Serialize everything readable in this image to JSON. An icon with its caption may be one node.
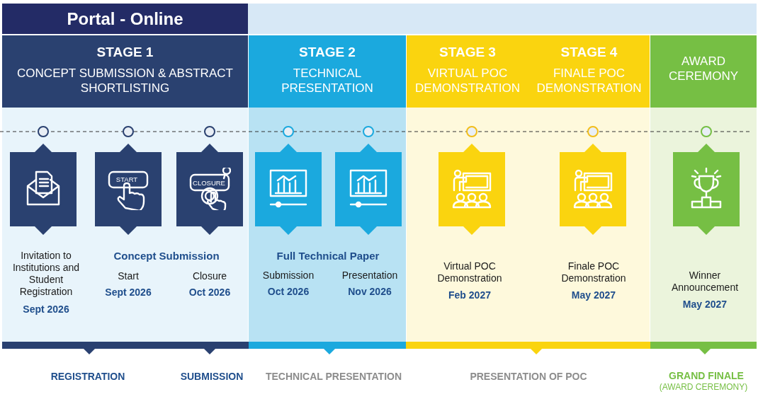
{
  "diagram": {
    "nodes": [
      {
        "text": [
          "Portal - Online"
        ]
      },
      {
        "text": [
          "STAGE 1",
          "CONCEPT SUBMISSION & ABSTRACT SHORTLISTING"
        ]
      },
      {
        "text": [
          "STAGE 2",
          "TECHNICAL PRESENTATION"
        ]
      },
      {
        "text": [
          "STAGE 3",
          "VIRTUAL POC DEMONSTRATION"
        ]
      },
      {
        "text": [
          "STAGE 4",
          "FINALE POC DEMONSTRATION"
        ]
      },
      {
        "text": [
          "AWARD CEREMONY"
        ]
      },
      {
        "text": [],
        "shape": "bar"
      },
      {
        "text": [],
        "shape": "bar"
      },
      {
        "text": [],
        "shape": "bar"
      },
      {
        "text": [],
        "shape": "bar"
      }
    ],
    "edges": [],
    "labels": [
      "START",
      "CLOSURE",
      "Invitation to Institutions and Student Registration",
      "Sept 2026",
      "Concept Submission",
      "Start",
      "Sept 2026",
      "Closure",
      "Oct 2026",
      "Full Technical Paper",
      "Submission",
      "Oct 2026",
      "Presentation",
      "Nov 2026",
      "Virtual POC Demonstration",
      "Feb 2027",
      "Finale POC Demonstration",
      "May 2027",
      "Winner Announcement",
      "May 2027",
      "REGISTRATION",
      "SUBMISSION",
      "TECHNICAL PRESENTATION",
      "PRESENTATION OF POC",
      "GRAND FINALE",
      "(AWARD CEREMONY)"
    ]
  }
}
